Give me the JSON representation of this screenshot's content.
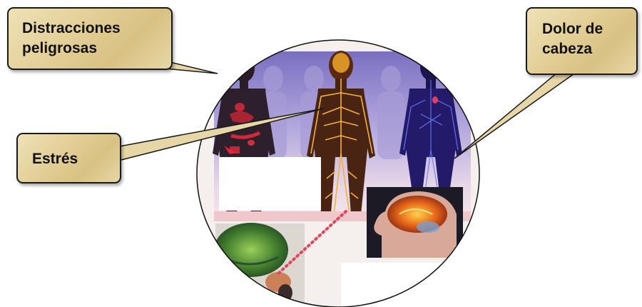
{
  "callouts": {
    "distracciones": {
      "line1": "Distracciones",
      "line2": "peligrosas"
    },
    "dolor": {
      "line1": "Dolor de",
      "line2": "cabeza"
    },
    "estres": {
      "line1": "Estrés"
    }
  },
  "colors": {
    "callout_fill": "#e3cf97",
    "callout_border": "#1a1a1a",
    "background_purple": "#8c7dc4",
    "nerve_orange": "#f3a32a",
    "vein_blue": "#3a3fd0",
    "dotted_line": "#e5455a"
  },
  "icons": [
    "human-figure-red-organs",
    "human-figure-nervous-system",
    "human-figure-circulatory-system",
    "brain-side-view",
    "head-with-brain"
  ]
}
